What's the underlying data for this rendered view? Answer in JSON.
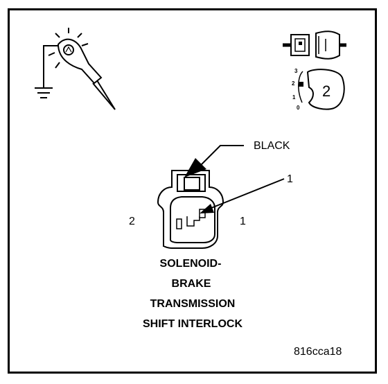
{
  "connector_color_label": "BLACK",
  "callout_pin": "1",
  "pin_left": "2",
  "pin_right": "1",
  "component_title": [
    "SOLENOID-",
    "BRAKE",
    "TRANSMISSION",
    "SHIFT INTERLOCK"
  ],
  "figure_id": "816cca18",
  "connector_view_icon": {
    "icon": "connector-view-icon",
    "scale_labels": [
      "3",
      "2",
      "1",
      "0"
    ],
    "cavity_number": "2"
  },
  "test_light_icon": "test-light-icon"
}
